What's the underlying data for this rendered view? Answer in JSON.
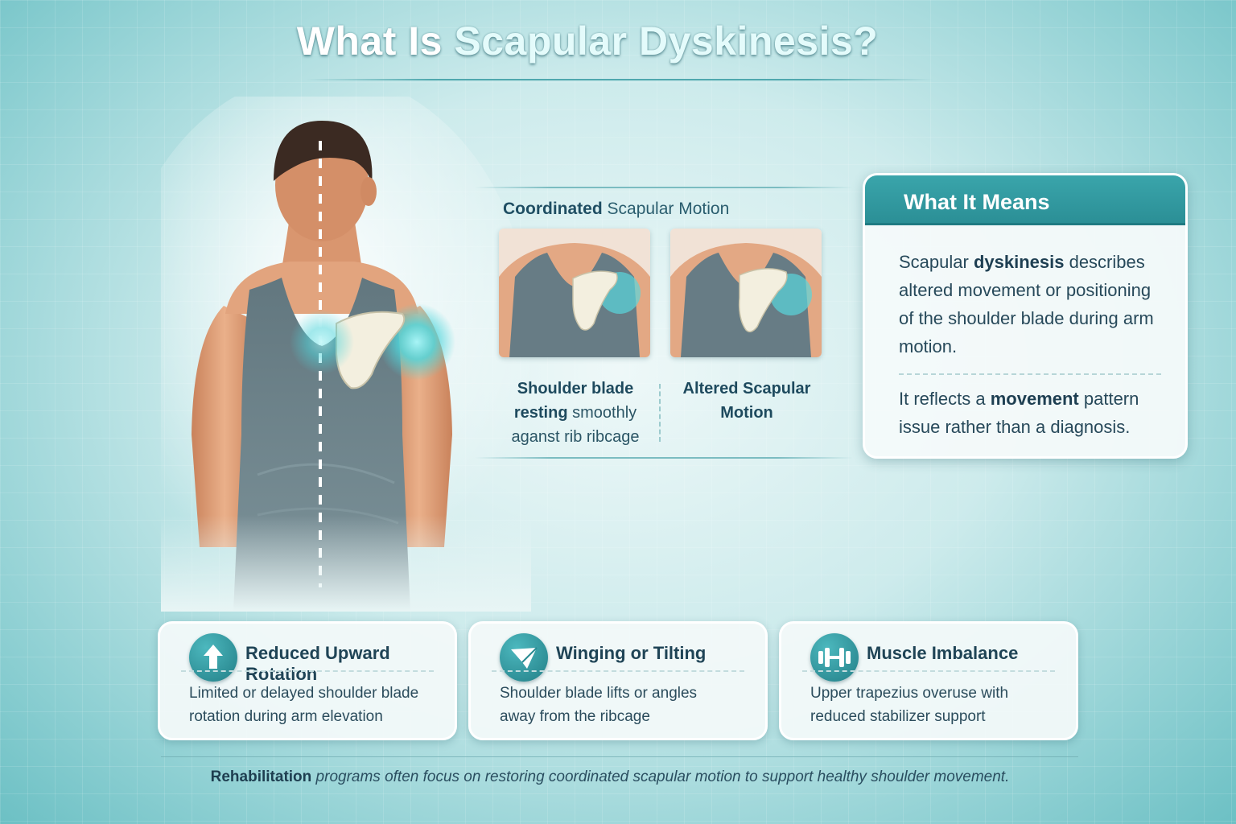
{
  "title": {
    "part1": "What Is ",
    "part2": "Scapular Dyskinesis?"
  },
  "motion": {
    "heading_bold": "Coordinated",
    "heading_rest": " Scapular Motion",
    "caption1": {
      "bold": "Shoulder blade resting",
      "rest": " smoothly",
      "line3": "aganst rib ribcage"
    },
    "caption2": {
      "bold": "Altered Scapular Motion"
    }
  },
  "means": {
    "header": "What It Means",
    "p1_pre": "Scapular ",
    "p1_bold": "dyskinesis",
    "p1_post": " describes altered movement or positioning of the shoulder blade during arm motion.",
    "p2_pre": "It reflects a ",
    "p2_bold": "movement",
    "p2_post": " pattern issue rather than a diagnosis."
  },
  "features": [
    {
      "icon": "up-arrow-icon",
      "title": "Reduced Upward Rotation",
      "desc1": "Limited or delayed shoulder blade",
      "desc2": "rotation during arm elevation"
    },
    {
      "icon": "wing-icon",
      "title": "Winging or Tilting",
      "desc1": "Shoulder blade lifts or angles",
      "desc2": "away from the ribcage"
    },
    {
      "icon": "dumbbell-icon",
      "title": "Muscle Imbalance",
      "desc1": "Upper trapezius overuse with",
      "desc2": "reduced stabilizer support"
    }
  ],
  "footer": {
    "bold": "Rehabilitation",
    "rest": " programs often focus on restoring coordinated scapular motion to support healthy shoulder movement."
  },
  "colors": {
    "accent": "#2b8f96",
    "glow": "#4fd6dc",
    "shirt": "#5f7680",
    "skin": "#e6a67f"
  }
}
